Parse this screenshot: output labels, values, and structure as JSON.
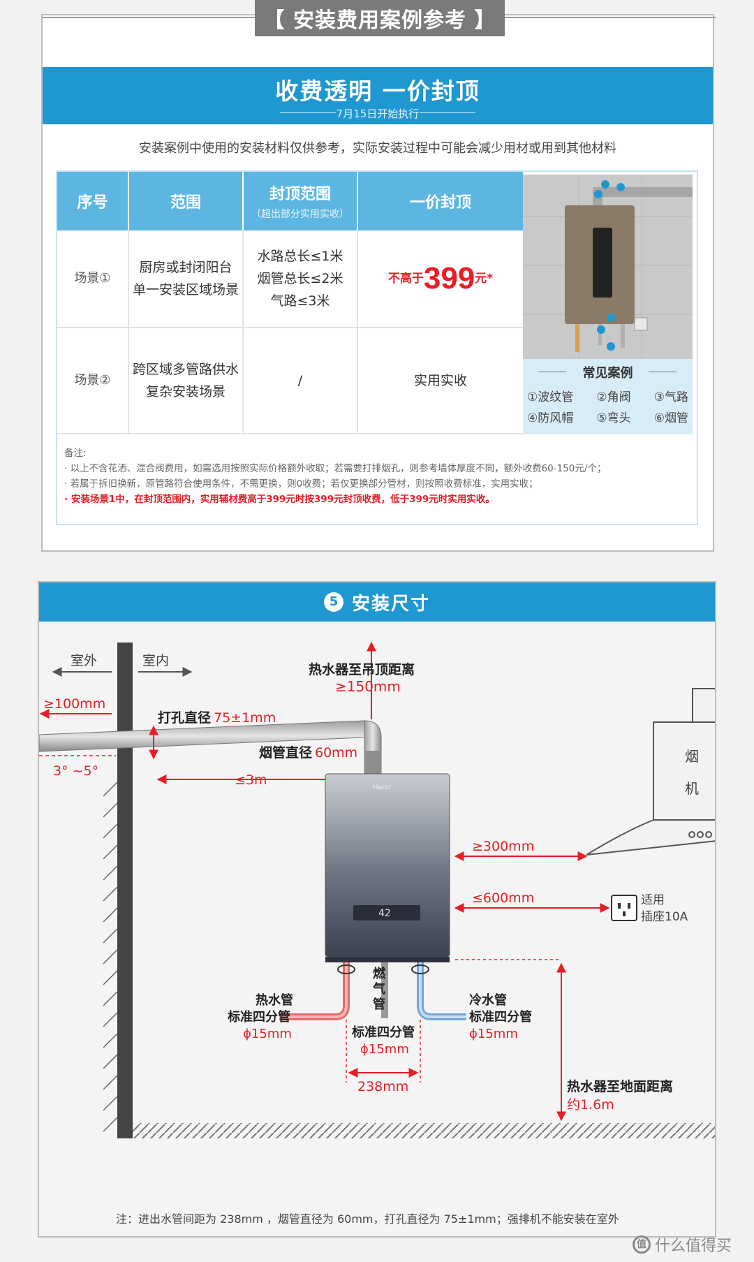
{
  "panel1": {
    "section_tag": "【 安装费用案例参考 】",
    "banner_title": "收费透明  一价封顶",
    "banner_sub": "7月15日开始执行",
    "intro": "安装案例中使用的安装材料仅供参考，实际安装过程中可能会减少用材或用到其他材料",
    "table": {
      "headers": [
        "序号",
        "范围",
        "封顶范围",
        "一价封顶"
      ],
      "header_note": "（超出部分实用实收）",
      "rows": [
        {
          "id": "场景①",
          "scope_line1": "厨房或封闭阳台",
          "scope_line2": "单一安装区域场景",
          "limit_line1": "水路总长≤1米",
          "limit_line2": "烟管总长≤2米",
          "limit_line3": "气路≤3米",
          "price_prefix": "不高于",
          "price_value": "399",
          "price_suffix": "元*"
        },
        {
          "id": "场景②",
          "scope_line1": "跨区域多管路供水",
          "scope_line2": "复杂安装场景",
          "limit": "/",
          "price": "实用实收"
        }
      ]
    },
    "case": {
      "title": "常见案例",
      "items": [
        "①波纹管",
        "②角阀",
        "③气路",
        "④防风帽",
        "⑤弯头",
        "⑥烟管"
      ]
    },
    "notes": {
      "title": "备注:",
      "line1": "· 以上不含花洒、混合阀费用，如需选用按照实际价格额外收取；若需要打排烟孔，则参考墙体厚度不同，额外收费60-150元/个；",
      "line2": "· 若属于拆旧换新，原管路符合使用条件，不需更换，则0收费；若仅更换部分管材，则按照收费标准，实用实收；",
      "line3": "· 安装场景1中，在封顶范围内，实用辅材费高于399元时按399元封顶收费，低于399元时实用实收。"
    }
  },
  "panel2": {
    "banner_num": "5",
    "banner_title": "安装尺寸",
    "labels": {
      "outdoor": "室外",
      "indoor": "室内",
      "ceiling_title": "热水器至吊顶距离",
      "ceiling_value": "≥150mm",
      "wall_dist": "≥100mm",
      "hole_label": "打孔直径",
      "hole_value": "75±1mm",
      "flue_label": "烟管直径",
      "flue_value": "60mm",
      "slope": "3° ~5°",
      "flue_len": "≤3m",
      "hood_char1": "烟",
      "hood_char2": "机",
      "hood_dist": "≥300mm",
      "socket_dist": "≤600mm",
      "socket_line1": "适用",
      "socket_line2": "插座10A",
      "hot_title": "热水管",
      "hot_std": "标准四分管",
      "hot_dia": "ϕ15mm",
      "gas_title_1": "燃",
      "gas_title_2": "气",
      "gas_title_3": "管",
      "gas_std": "标准四分管",
      "gas_dia": "ϕ15mm",
      "cold_title": "冷水管",
      "cold_std": "标准四分管",
      "cold_dia": "ϕ15mm",
      "pipe_spacing": "238mm",
      "floor_title": "热水器至地面距离",
      "floor_value": "约1.6m",
      "brand": "Haier",
      "display": "42"
    },
    "footnote": "注：进出水管间距为 238mm ，烟管直径为 60mm，打孔直径为 75±1mm；强排机不能安装在室外"
  },
  "watermark": {
    "icon": "值",
    "text": "什么值得买"
  },
  "colors": {
    "accent_blue": "#1f97d1",
    "header_blue": "#5db6e2",
    "red": "#e61e25"
  }
}
